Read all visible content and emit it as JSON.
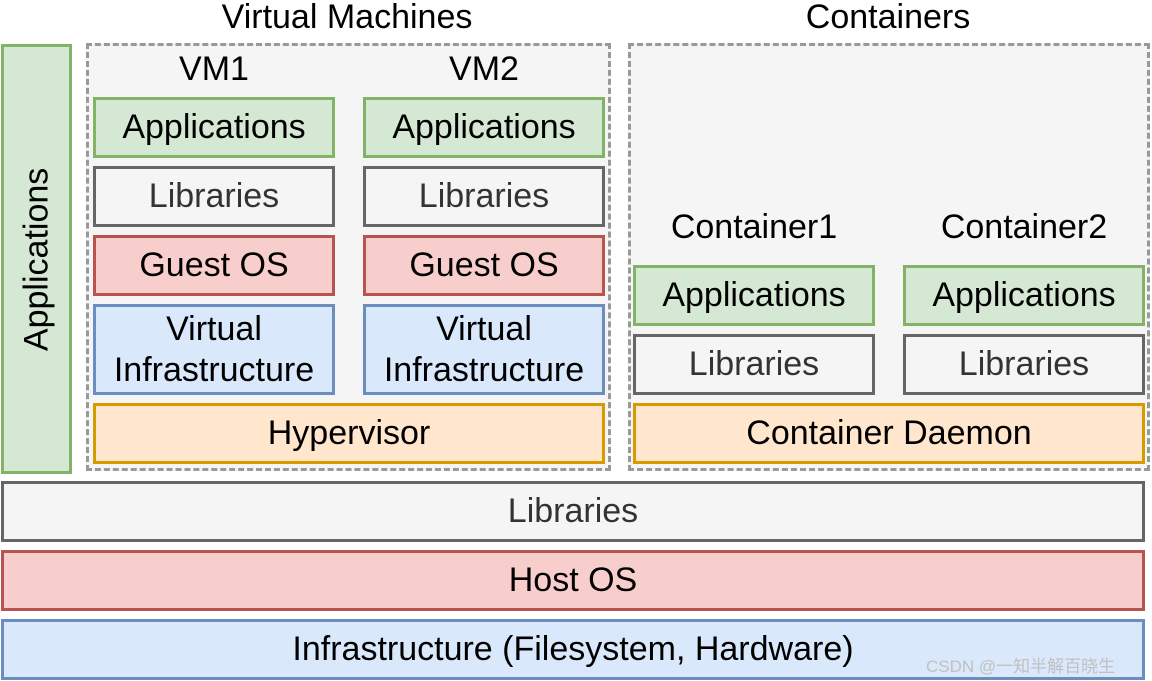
{
  "titles": {
    "virtual_machines": "Virtual Machines",
    "containers": "Containers"
  },
  "left_column": {
    "label": "Applications"
  },
  "vms": [
    {
      "name": "VM1",
      "applications": "Applications",
      "libraries": "Libraries",
      "guest_os": "Guest OS",
      "virtual_infra_line1": "Virtual",
      "virtual_infra_line2": "Infrastructure"
    },
    {
      "name": "VM2",
      "applications": "Applications",
      "libraries": "Libraries",
      "guest_os": "Guest OS",
      "virtual_infra_line1": "Virtual",
      "virtual_infra_line2": "Infrastructure"
    }
  ],
  "hypervisor": "Hypervisor",
  "containers": [
    {
      "name": "Container1",
      "applications": "Applications",
      "libraries": "Libraries"
    },
    {
      "name": "Container2",
      "applications": "Applications",
      "libraries": "Libraries"
    }
  ],
  "container_daemon": "Container Daemon",
  "host_stack": {
    "libraries": "Libraries",
    "host_os": "Host OS",
    "infrastructure": "Infrastructure (Filesystem, Hardware)"
  },
  "watermark": "CSDN @一知半解百晓生",
  "colors": {
    "green_fill": "#d5e8d4",
    "green_border": "#82b366",
    "gray_fill": "#f5f5f5",
    "gray_border": "#666666",
    "red_fill": "#f8cecc",
    "red_border": "#b85450",
    "blue_fill": "#dae8fc",
    "blue_border": "#6c8ebf",
    "orange_fill": "#ffe6cc",
    "orange_border": "#d79b00"
  }
}
